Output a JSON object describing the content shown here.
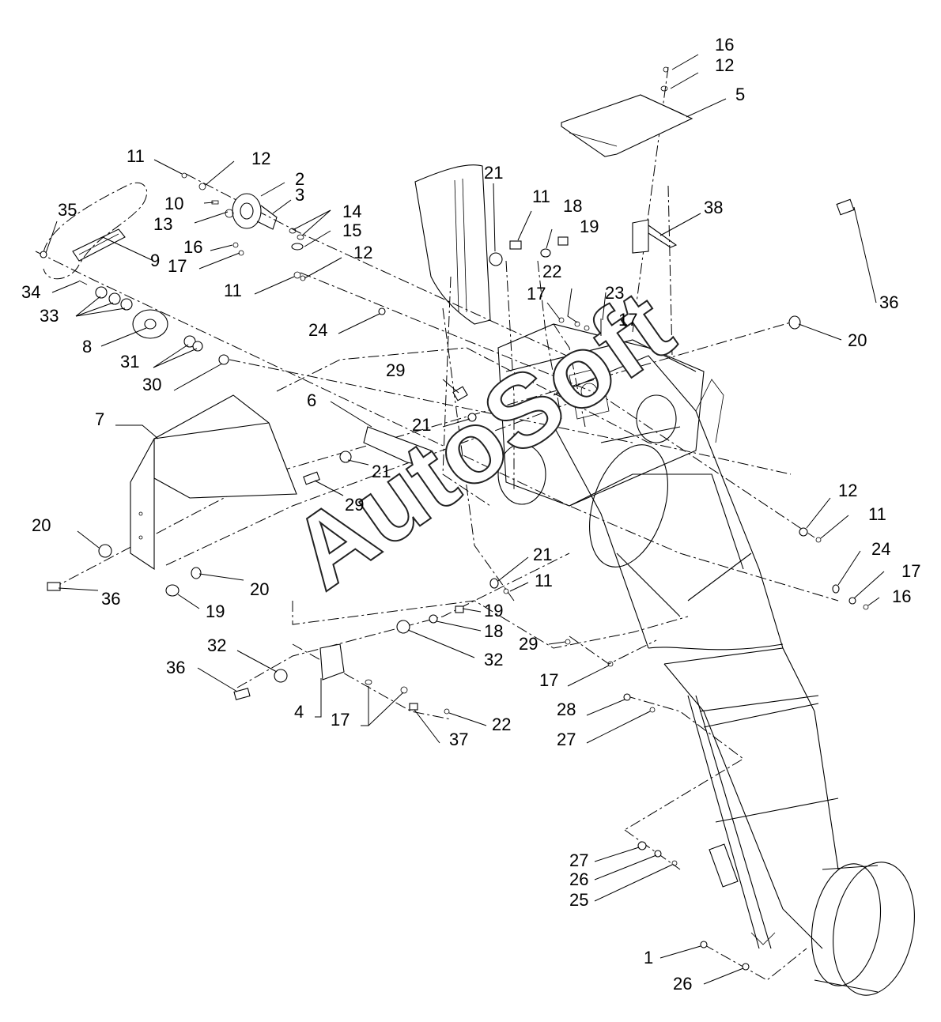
{
  "watermark": "AutoSoft",
  "callouts": [
    "16",
    "12",
    "5",
    "38",
    "36",
    "20",
    "12",
    "11",
    "24",
    "17",
    "16",
    "11",
    "12",
    "2",
    "3",
    "10",
    "13",
    "14",
    "15",
    "16",
    "17",
    "9",
    "35",
    "34",
    "33",
    "8",
    "31",
    "30",
    "11",
    "12",
    "24",
    "21",
    "11",
    "18",
    "19",
    "22",
    "23",
    "17",
    "17",
    "29",
    "21",
    "6",
    "7",
    "21",
    "29",
    "20",
    "36",
    "20",
    "19",
    "21",
    "11",
    "19",
    "18",
    "32",
    "32",
    "36",
    "4",
    "17",
    "37",
    "22",
    "29",
    "17",
    "28",
    "27",
    "27",
    "26",
    "25",
    "1",
    "26"
  ]
}
